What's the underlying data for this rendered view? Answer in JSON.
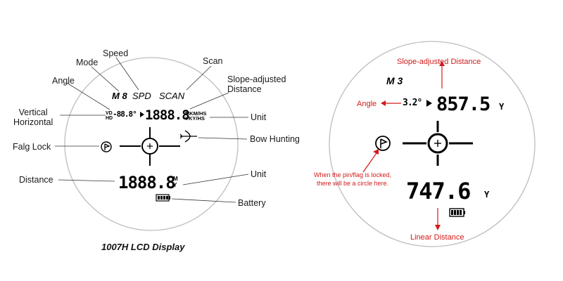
{
  "left_panel": {
    "labels": {
      "speed": "Speed",
      "mode": "Mode",
      "angle": "Angle",
      "scan": "Scan",
      "slope_adjusted": "Slope-adjusted\nDistance",
      "vertical_horizontal": "Vertical\nHorizontal",
      "unit_top": "Unit",
      "flag_lock": "Falg Lock",
      "bow_hunting": "Bow Hunting",
      "distance": "Distance",
      "unit_bottom": "Unit",
      "battery": "Battery"
    },
    "display": {
      "mode_text": "M 8",
      "spd_text": "SPD",
      "scan_text": "SCAN",
      "vd_hd": "VD\nHD",
      "angle_readout": "-88.8°",
      "top_reading": "1888.8",
      "unit_top_text": "MKM/HS\nYKY/HS",
      "bottom_reading": "1888.8",
      "unit_bottom_text": "M\nY"
    },
    "caption": "1007H LCD Display"
  },
  "right_panel": {
    "labels": {
      "slope_adjusted": "Slope-adjusted Distance",
      "angle": "Angle",
      "flag_note": "When  the pin/flag is locked,\nthere will be a circle here.",
      "linear_distance": "Linear Distance"
    },
    "display": {
      "mode_text": "M 3",
      "angle_readout": "3.2°",
      "top_reading": "857.5",
      "top_unit": "Y",
      "bottom_reading": "747.6",
      "bottom_unit": "Y"
    },
    "colors": {
      "accent": "#d11a1a"
    }
  }
}
